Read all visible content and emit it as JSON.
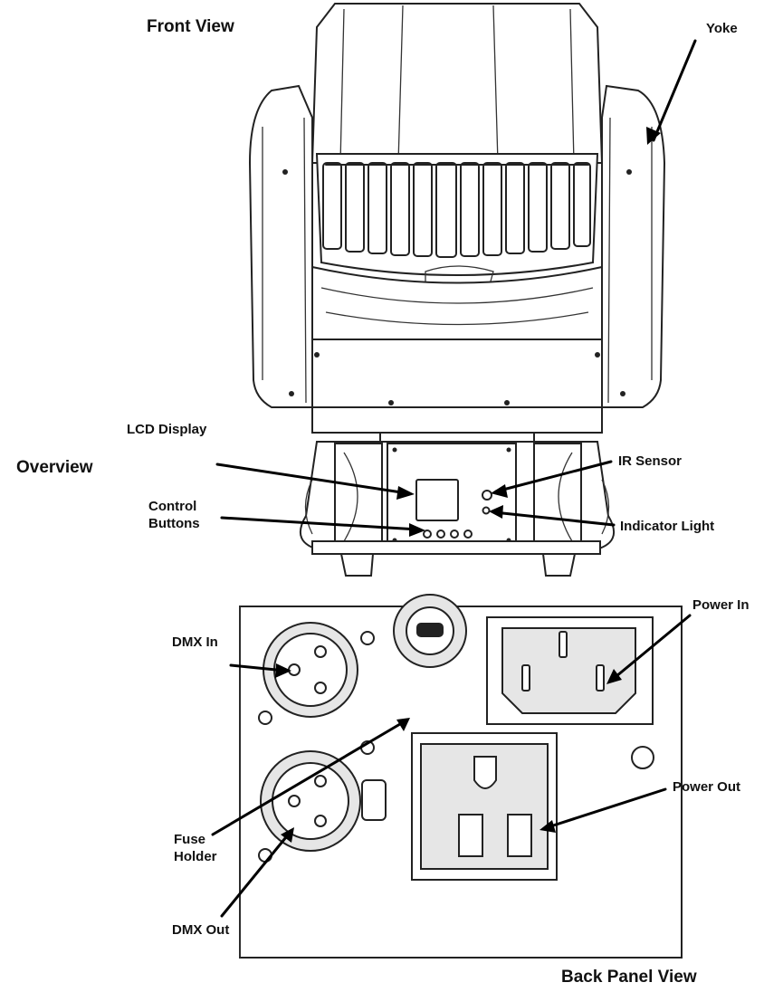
{
  "titles": {
    "front_view": "Front View",
    "overview": "Overview",
    "back_panel_view": "Back Panel View"
  },
  "labels": {
    "yoke": "Yoke",
    "lcd_display": "LCD Display",
    "ir_sensor": "IR Sensor",
    "control_buttons": "Control Buttons",
    "indicator_light": "Indicator Light",
    "dmx_in": "DMX In",
    "power_in": "Power In",
    "fuse_holder": "Fuse Holder",
    "power_out": "Power Out",
    "dmx_out": "DMX Out"
  },
  "colors": {
    "line": "#222222",
    "panel_fill": "#e6e6e6",
    "background": "#ffffff"
  }
}
